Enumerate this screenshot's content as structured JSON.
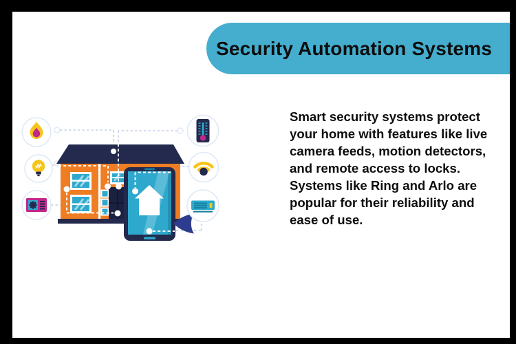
{
  "theme": {
    "banner-bg": "#45ADCE",
    "ink": "#0d0d0d",
    "navy": "#232A4D",
    "navy-deep": "#1B2140",
    "orange": "#EF7D23",
    "teal": "#2EA9CD",
    "teal-deep": "#13809E",
    "yellow": "#F6C51D",
    "magenta": "#C2268B",
    "indigo": "#2D3C8C",
    "line": "#C5D1EC",
    "rim": "#DFE9F7",
    "frame": "#000000"
  },
  "banner": {
    "title": "Security Automation Systems"
  },
  "description": {
    "text": "Smart security systems protect your home with features like live camera feeds, motion detectors, and remote access to locks. Systems like Ring and Arlo are popular for their reliability and ease of use."
  },
  "illustration": {
    "subject": "smart home security automation",
    "icons": [
      "fire-sensor-icon",
      "lightbulb-icon",
      "hvac-fan-unit-icon",
      "thermometer-icon",
      "wifi-signal-icon",
      "air-conditioner-icon"
    ],
    "elements": [
      "house-graphic",
      "smartphone-graphic",
      "cursor-arrow-icon",
      "dashed-connector-lines"
    ]
  }
}
